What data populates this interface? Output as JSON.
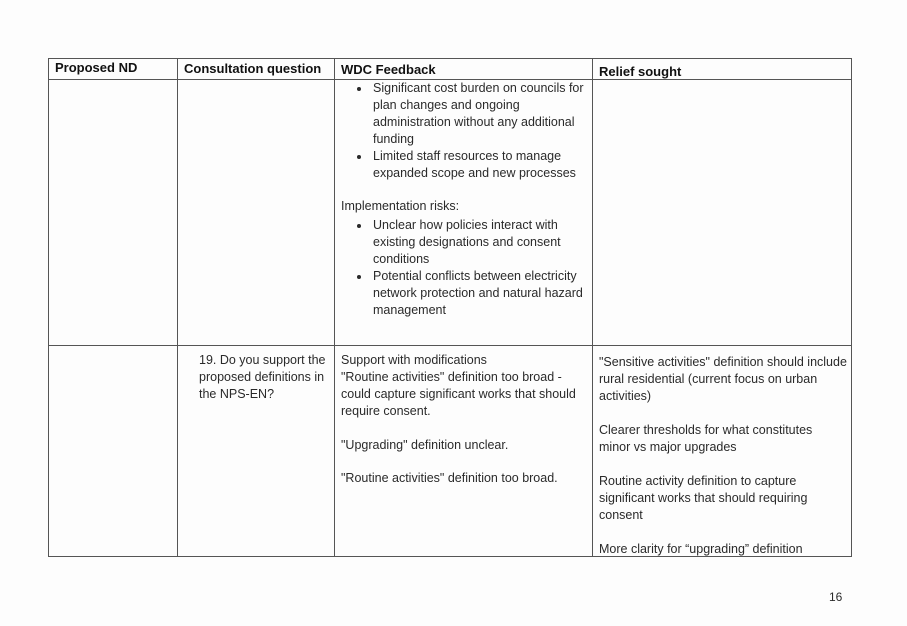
{
  "table": {
    "headers": [
      "Proposed ND",
      "Consultation question",
      "WDC Feedback",
      "Relief sought"
    ],
    "rows": [
      {
        "proposed_nd": "",
        "question": "",
        "feedback": {
          "bullets_1": [
            "Significant cost burden on councils for plan changes and ongoing administration without any additional funding",
            "Limited staff resources to manage expanded scope and new processes"
          ],
          "subheading": "Implementation risks:",
          "bullets_2": [
            "Unclear how policies interact with existing designations and consent conditions",
            "Potential conflicts between electricity network protection and natural hazard management"
          ]
        },
        "relief": ""
      },
      {
        "proposed_nd": "",
        "question": "19. Do you support the proposed definitions in the NPS-EN?",
        "feedback": {
          "p1": "Support with modifications",
          "p2": "\"Routine activities\" definition too broad - could capture significant works that should require consent.",
          "p3": "\"Upgrading\" definition unclear.",
          "p4": "\"Routine activities\" definition too broad."
        },
        "relief": [
          "\"Sensitive activities\" definition should include rural residential (current focus on urban activities)",
          "Clearer thresholds for what constitutes minor vs major upgrades",
          "Routine activity definition to capture significant works that should requiring consent",
          "More clarity for “upgrading” definition"
        ]
      }
    ]
  },
  "page_number": "16"
}
